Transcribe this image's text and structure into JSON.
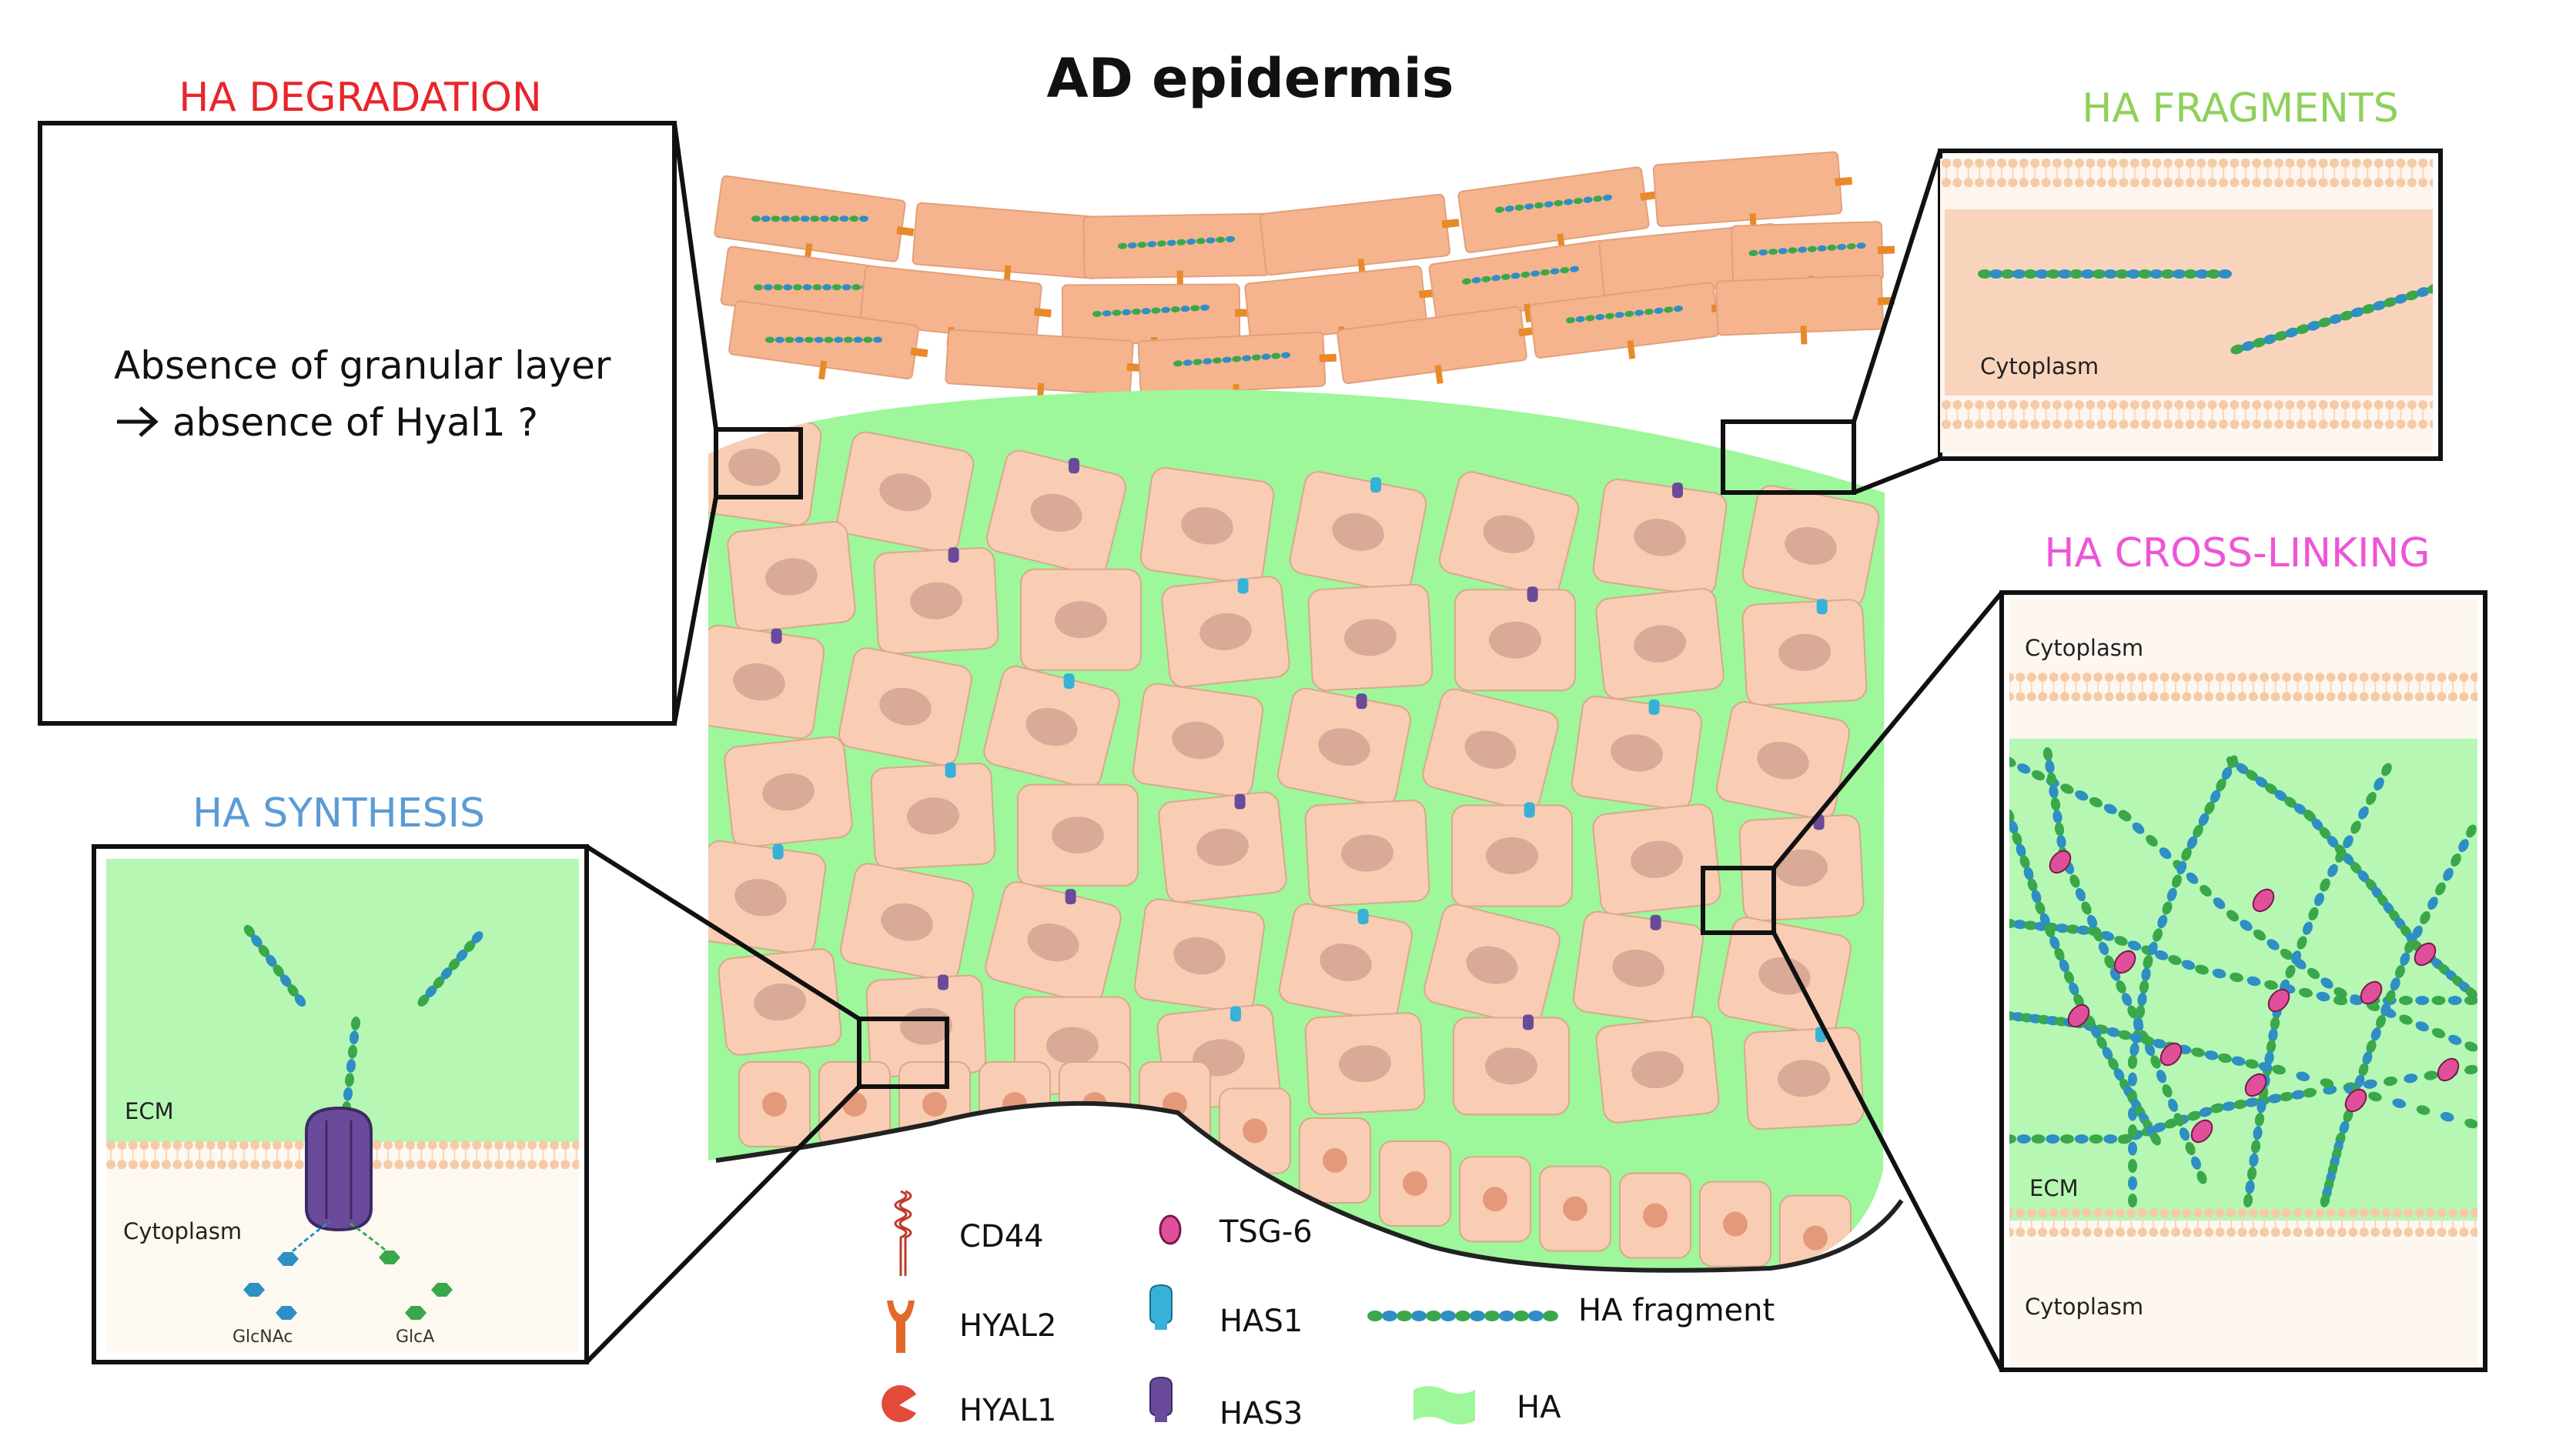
{
  "title": "AD epidermis",
  "colors": {
    "degradation": "#e8252a",
    "fragments": "#8fd05a",
    "crosslinking": "#ee55d6",
    "synthesis": "#5b9bd5",
    "ha_matrix": "#9ef79a",
    "cell": "#f8cdb4",
    "cell_edge": "#d9a88e",
    "nucleus": "#d9aa97",
    "corneocyte": "#f5b48e",
    "junction": "#e88a2a",
    "ha_green": "#3aa84a",
    "ha_blue": "#2e8fc4",
    "has3": "#6a4a9a",
    "has1": "#37b1d8",
    "tsg6": "#e0509a",
    "hyal": "#e06a2a"
  },
  "panels": {
    "degradation": {
      "label": "HA DEGRADATION",
      "text_line1": "Absence of granular layer",
      "text_line2": "absence of Hyal1 ?"
    },
    "fragments": {
      "label": "HA FRAGMENTS",
      "cytoplasm": "Cytoplasm"
    },
    "crosslinking": {
      "label": "HA CROSS-LINKING",
      "cytoplasm_top": "Cytoplasm",
      "ecm": "ECM",
      "cytoplasm_bottom": "Cytoplasm"
    },
    "synthesis": {
      "label": "HA SYNTHESIS",
      "ecm": "ECM",
      "cytoplasm": "Cytoplasm",
      "glcnac": "GlcNAc",
      "glca": "GlcA"
    }
  },
  "legend": [
    {
      "icon": "cd44-icon",
      "label": "CD44"
    },
    {
      "icon": "hyal2-icon",
      "label": "HYAL2"
    },
    {
      "icon": "hyal1-icon",
      "label": "HYAL1"
    },
    {
      "icon": "tsg6-icon",
      "label": "TSG-6"
    },
    {
      "icon": "has1-icon",
      "label": "HAS1"
    },
    {
      "icon": "has3-icon",
      "label": "HAS3"
    },
    {
      "icon": "ha-fragment-icon",
      "label": "HA fragment"
    },
    {
      "icon": "ha-icon",
      "label": "HA"
    }
  ]
}
